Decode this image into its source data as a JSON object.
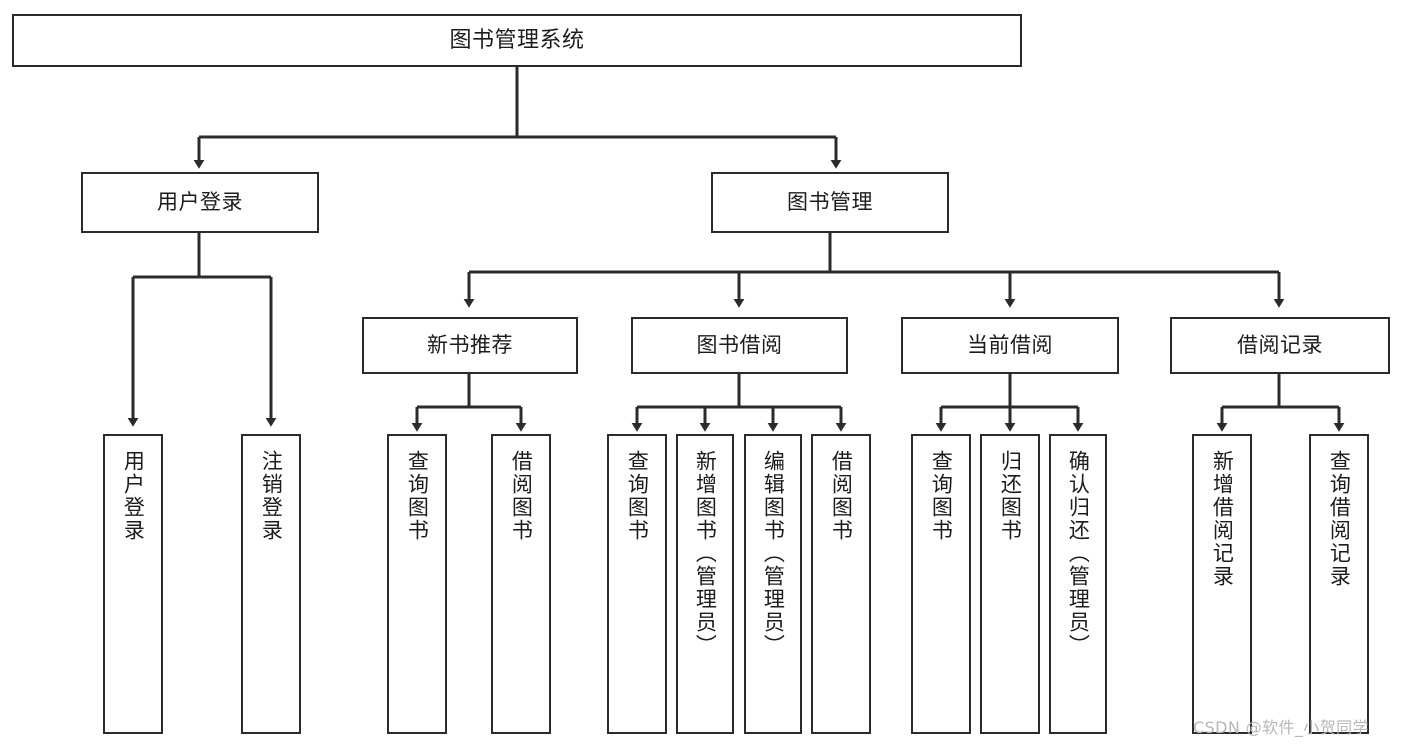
{
  "diagram": {
    "type": "tree",
    "title": "图书管理系统",
    "watermark": "CSDN @软件_小贺同学",
    "colors": {
      "box_border": "#2b2b2b",
      "box_fill": "#ffffff",
      "edge": "#2b2b2b",
      "text": "#1c1c1c",
      "watermark": "#b7b7b7"
    },
    "nodes": {
      "root": {
        "label": "图书管理系统"
      },
      "level2": [
        {
          "id": "user-login",
          "label": "用户登录"
        },
        {
          "id": "book-manage",
          "label": "图书管理"
        }
      ],
      "level3": [
        {
          "id": "new-book-recommend",
          "label": "新书推荐"
        },
        {
          "id": "book-borrow",
          "label": "图书借阅"
        },
        {
          "id": "current-borrow",
          "label": "当前借阅"
        },
        {
          "id": "borrow-record",
          "label": "借阅记录"
        }
      ],
      "leaves": {
        "user_login": [
          {
            "id": "leaf-user-login",
            "label": "用户登录"
          },
          {
            "id": "leaf-logout",
            "label": "注销登录"
          }
        ],
        "new_book_recommend": [
          {
            "id": "leaf-query-book-1",
            "label": "查询图书"
          },
          {
            "id": "leaf-borrow-book-1",
            "label": "借阅图书"
          }
        ],
        "book_borrow": [
          {
            "id": "leaf-query-book-2",
            "label": "查询图书"
          },
          {
            "id": "leaf-add-book",
            "label": "新增图书（管理员）"
          },
          {
            "id": "leaf-edit-book",
            "label": "编辑图书（管理员）"
          },
          {
            "id": "leaf-borrow-book-2",
            "label": "借阅图书"
          }
        ],
        "current_borrow": [
          {
            "id": "leaf-query-book-3",
            "label": "查询图书"
          },
          {
            "id": "leaf-return-book",
            "label": "归还图书"
          },
          {
            "id": "leaf-confirm-return",
            "label": "确认归还（管理员）"
          }
        ],
        "borrow_record": [
          {
            "id": "leaf-add-record",
            "label": "新增借阅记录"
          },
          {
            "id": "leaf-query-record",
            "label": "查询借阅记录"
          }
        ]
      }
    }
  }
}
